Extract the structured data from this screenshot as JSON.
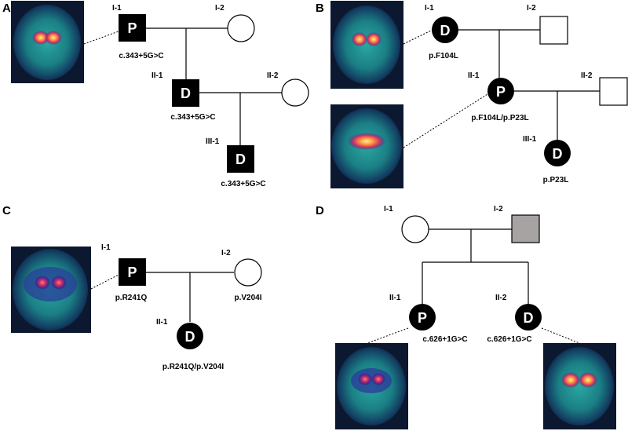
{
  "panels": {
    "A": {
      "letter": "A",
      "I1": {
        "gen": "I-1",
        "symbol": "P",
        "variant": "c.343+5G>C"
      },
      "I2": {
        "gen": "I-2"
      },
      "II1": {
        "gen": "II-1",
        "symbol": "D",
        "variant": "c.343+5G>C"
      },
      "II2": {
        "gen": "II-2"
      },
      "III1": {
        "gen": "III-1",
        "symbol": "D",
        "variant": "c.343+5G>C"
      }
    },
    "B": {
      "letter": "B",
      "I1": {
        "gen": "I-1",
        "symbol": "D",
        "variant": "p.F104L"
      },
      "I2": {
        "gen": "I-2"
      },
      "II1": {
        "gen": "II-1",
        "symbol": "P",
        "variant": "p.F104L/p.P23L"
      },
      "II2": {
        "gen": "II-2"
      },
      "III1": {
        "gen": "III-1",
        "symbol": "D",
        "variant": "p.P23L"
      }
    },
    "C": {
      "letter": "C",
      "I1": {
        "gen": "I-1",
        "symbol": "P",
        "variant": "p.R241Q"
      },
      "I2": {
        "gen": "I-2",
        "variant": "p.V204I"
      },
      "II1": {
        "gen": "II-1",
        "symbol": "D",
        "variant": "p.R241Q/p.V204I"
      }
    },
    "D": {
      "letter": "D",
      "I1": {
        "gen": "I-1"
      },
      "I2": {
        "gen": "I-2"
      },
      "II1": {
        "gen": "II-1",
        "symbol": "P",
        "variant": "c.626+1G>C"
      },
      "II2": {
        "gen": "II-2",
        "symbol": "D",
        "variant": "c.626+1G>C"
      }
    }
  },
  "colors": {
    "affected": "#000000",
    "unknown": "#a7a3a3",
    "scan_background": "#0c1830",
    "scan_tissue": "#1a8e8a",
    "scan_hot": "#f0a040"
  }
}
